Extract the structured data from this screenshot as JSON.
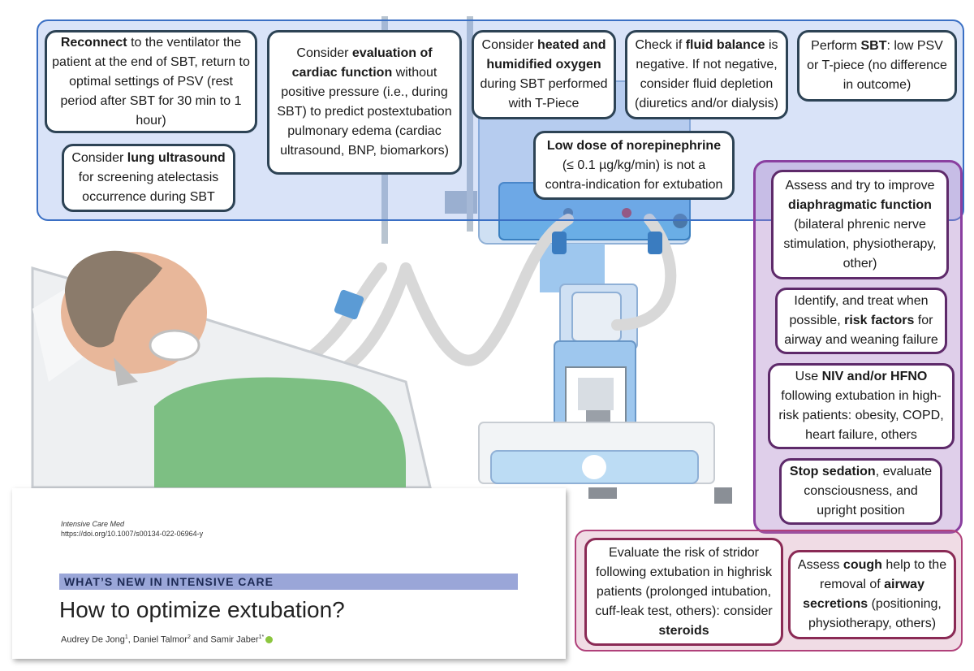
{
  "colors": {
    "top_region": "#3a6fc4",
    "right_region": "#8a3fa0",
    "bottom_region": "#b0417a",
    "box_border": "#2d4355",
    "section_bar": "#9aa6d8"
  },
  "boxes": {
    "reconnect": {
      "pre": "",
      "bold": "Reconnect",
      "post": " to the ventilator the patient at the end of SBT, return to optimal settings of PSV (rest period after SBT for 30 min to 1 hour)"
    },
    "lung_ultrasound": {
      "pre": "Consider ",
      "bold": "lung ultrasound",
      "post": " for screening atelectasis occurrence during SBT"
    },
    "cardiac": {
      "pre": "Consider ",
      "bold": "evaluation of cardiac function",
      "post": " without positive pressure (i.e., during SBT) to predict postextubation pulmonary edema (cardiac ultrasound, BNP, biomarkors)"
    },
    "heated": {
      "pre": "Consider ",
      "bold": "heated and humidified oxygen",
      "post": " during SBT performed with T-Piece"
    },
    "fluid": {
      "pre": "Check if ",
      "bold": "fluid balance",
      "post": " is negative. If not negative, consider fluid depletion (diuretics and/or dialysis)"
    },
    "sbt": {
      "pre": "Perform ",
      "bold": "SBT",
      "post": ": low PSV or T-piece (no difference in outcome)"
    },
    "norepinephrine": {
      "pre": "",
      "bold": "Low dose of norepinephrine",
      "post": " (≤ 0.1 µg/kg/min) is not a contra-indication for extubation"
    },
    "diaphragm": {
      "pre": "Assess and try to improve ",
      "bold": "diaphragmatic function",
      "post": " (bilateral phrenic nerve stimulation, physiotherapy, other)"
    },
    "risk": {
      "pre": "Identify, and treat when possible, ",
      "bold": "risk factors",
      "post": " for airway and weaning failure"
    },
    "niv": {
      "pre": "Use ",
      "bold": "NIV and/or HFNO",
      "post": " following extubation in high-risk patients: obesity, COPD, heart failure, others"
    },
    "sedation": {
      "pre": "",
      "bold": "Stop sedation",
      "post": ", evaluate consciousness, and upright position"
    },
    "stridor": {
      "pre": "Evaluate the risk of stridor following extubation in highrisk patients (prolonged intubation, cuff-leak test, others): consider ",
      "bold": "steroids",
      "post": ""
    },
    "cough": {
      "pre": "Assess ",
      "bold": "cough",
      "mid": " help to the removal of ",
      "bold2": "airway secretions",
      "post": " (positioning, physiotherapy, others)"
    }
  },
  "paper": {
    "journal": "Intensive Care Med",
    "doi": "https://doi.org/10.1007/s00134-022-06964-y",
    "section": "WHAT’S NEW IN INTENSIVE CARE",
    "title": "How to optimize extubation?",
    "author1": "Audrey De Jong",
    "author1_sup": "1",
    "author2": ", Daniel Talmor",
    "author2_sup": "2",
    "author3": " and Samir Jaber",
    "author3_sup": "1*"
  }
}
